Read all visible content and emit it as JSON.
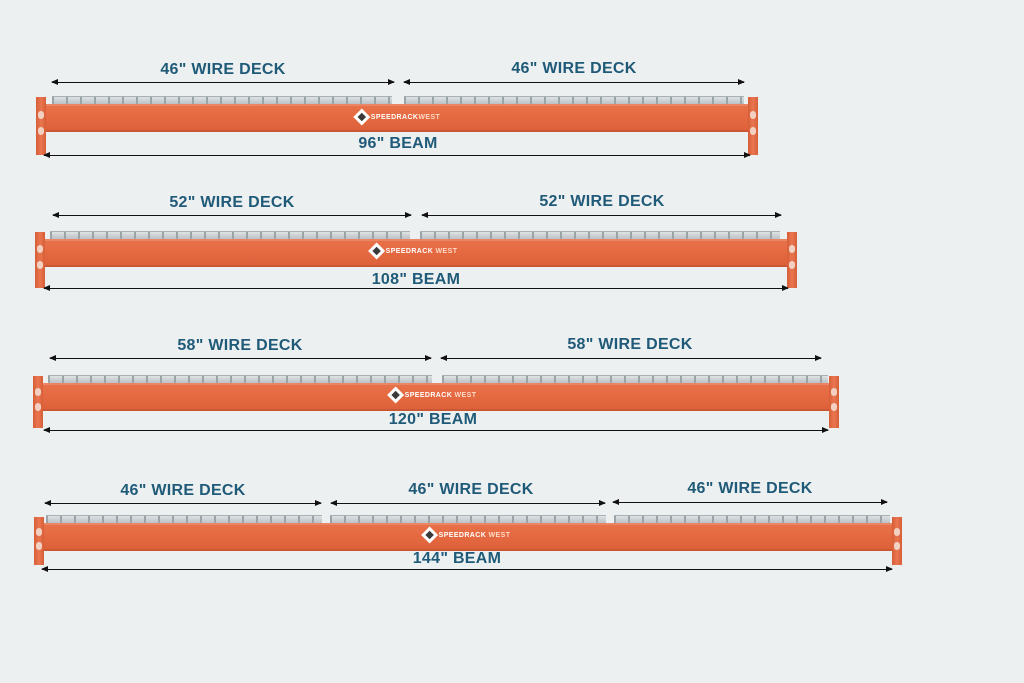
{
  "brand": {
    "name_main": "SPEEDRACK",
    "name_suffix": "WEST"
  },
  "rows": [
    {
      "beam_label": "96\" BEAM",
      "beam_length_in": 96,
      "decks": [
        {
          "label": "46\" WIRE DECK",
          "length_in": 46
        },
        {
          "label": "46\" WIRE DECK",
          "length_in": 46
        }
      ]
    },
    {
      "beam_label": "108\" BEAM",
      "beam_length_in": 108,
      "decks": [
        {
          "label": "52\" WIRE DECK",
          "length_in": 52
        },
        {
          "label": "52\" WIRE DECK",
          "length_in": 52
        }
      ]
    },
    {
      "beam_label": "120\" BEAM",
      "beam_length_in": 120,
      "decks": [
        {
          "label": "58\" WIRE DECK",
          "length_in": 58
        },
        {
          "label": "58\" WIRE DECK",
          "length_in": 58
        }
      ]
    },
    {
      "beam_label": "144\" BEAM",
      "beam_length_in": 144,
      "decks": [
        {
          "label": "46\" WIRE DECK",
          "length_in": 46
        },
        {
          "label": "46\" WIRE DECK",
          "length_in": 46
        },
        {
          "label": "46\" WIRE DECK",
          "length_in": 46
        }
      ]
    }
  ],
  "colors": {
    "background": "#edf0f1",
    "beam": "#e56a42",
    "label_text": "#1f5a78",
    "deck": "#c9cfd2"
  }
}
